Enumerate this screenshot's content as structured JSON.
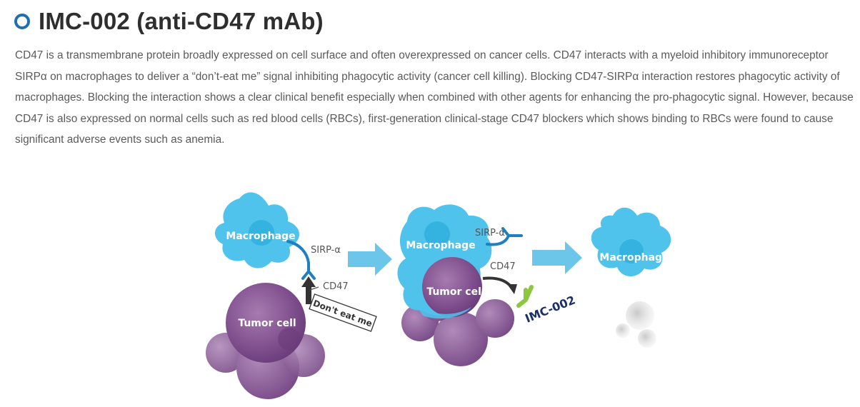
{
  "heading": {
    "title": "IMC-002 (anti-CD47 mAb)",
    "bullet_color": "#1f6fb5"
  },
  "description": "CD47 is a transmembrane protein broadly expressed on cell surface and often overexpressed on cancer cells. CD47 interacts with a myeloid inhibitory immunoreceptor SIRPα on macrophages to deliver a “don’t-eat me” signal inhibiting phagocytic activity (cancer cell killing). Blocking CD47-SIRPα interaction restores phagocytic activity of macrophages. Blocking the interaction shows a clear clinical benefit especially when combined with other agents for enhancing the pro-phagocytic signal. However, because CD47 is also expressed on normal cells such as red blood cells (RBCs), first-generation clinical-stage CD47 blockers which shows binding to RBCs were found to cause significant adverse events such as anemia.",
  "diagram": {
    "panel1": {
      "macrophage": "Macrophage",
      "sirp": "SIRP-α",
      "cd47": "CD47",
      "tumor": "Tumor cell",
      "dont_eat": "Don't eat me"
    },
    "panel2": {
      "macrophage": "Macrophage",
      "sirp": "SIRP-α",
      "cd47": "CD47",
      "tumor": "Tumor cell",
      "antibody": "IMC-002"
    },
    "panel3": {
      "macrophage": "Macrophage"
    },
    "colors": {
      "macrophage": "#4fc3ec",
      "tumor": "#8a5a96",
      "arrow": "#6cc6ea",
      "antibody_label": "#1b2f6b",
      "antibody": "#8dc63f"
    }
  }
}
